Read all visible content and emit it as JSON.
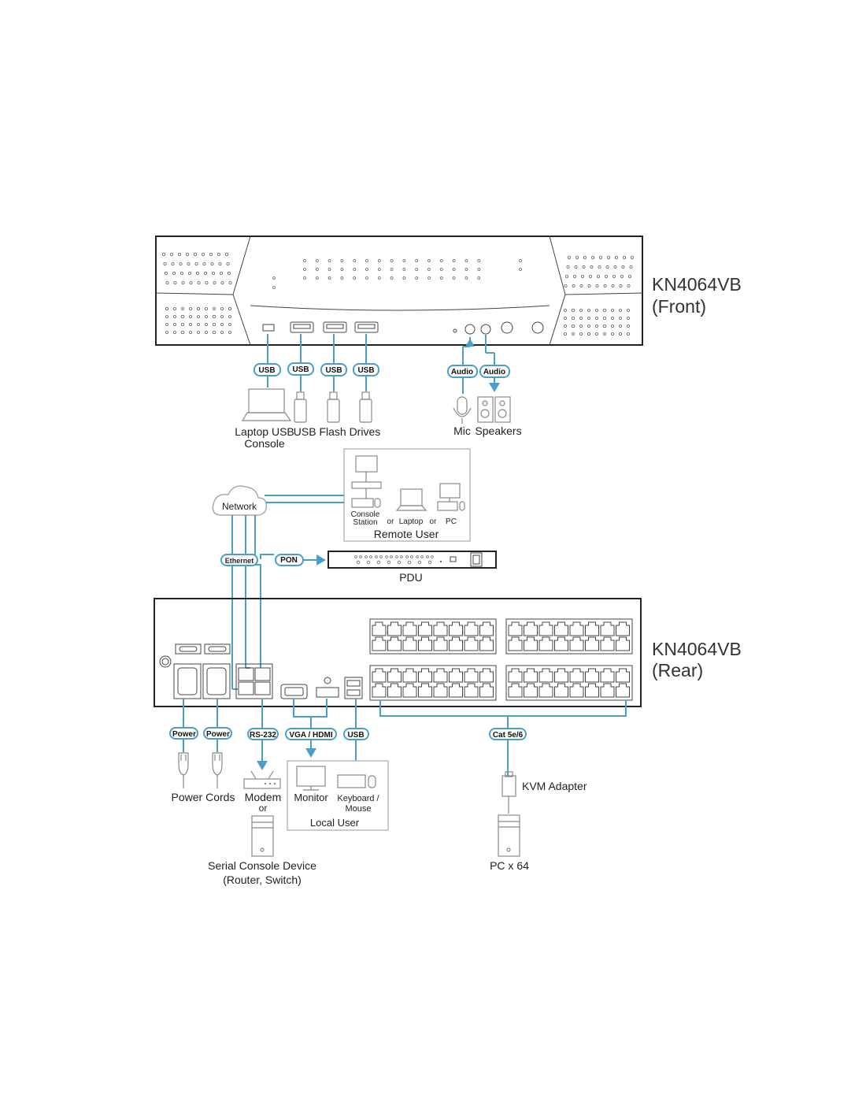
{
  "front": {
    "title_model": "KN4064VB",
    "title_side": "(Front)"
  },
  "rear": {
    "title_model": "KN4064VB",
    "title_side": "(Rear)"
  },
  "cable_labels": {
    "usb1": "USB",
    "usb2": "USB",
    "usb3": "USB",
    "usb4": "USB",
    "audio_in": "Audio",
    "audio_out": "Audio",
    "network": "Network",
    "ethernet": "Ethernet",
    "pon": "PON",
    "power1": "Power",
    "power2": "Power",
    "rs232": "RS-232",
    "vga_hdmi": "VGA / HDMI",
    "usb_rear": "USB",
    "cat": "Cat 5e/6"
  },
  "devices": {
    "laptop_console_line1": "Laptop USB",
    "laptop_console_line2": "Console",
    "flash_drives": "USB Flash Drives",
    "mic": "Mic",
    "speakers": "Speakers",
    "console_station_line1": "Console",
    "console_station_line2": "Station",
    "or1": "or",
    "laptop": "Laptop",
    "or2": "or",
    "pc": "PC",
    "remote_user": "Remote User",
    "pdu": "PDU",
    "power_cords": "Power Cords",
    "modem": "Modem",
    "modem_or": "or",
    "monitor": "Monitor",
    "keyboard_line1": "Keyboard /",
    "keyboard_line2": "Mouse",
    "local_user": "Local User",
    "serial_line1": "Serial Console Device",
    "serial_line2": "(Router, Switch)",
    "kvm_adapter": "KVM Adapter",
    "pc_x64": "PC x 64"
  },
  "colors": {
    "cable": "#4a9fc8",
    "outline": "#222222",
    "box": "#bbbbbb"
  },
  "icons": [
    "mic-icon",
    "speaker-icon",
    "laptop-icon",
    "usb-flash-drive-icon",
    "cloud-icon",
    "monitor-icon",
    "keyboard-icon",
    "mouse-icon",
    "pc-tower-icon",
    "modem-icon",
    "power-plug-icon",
    "kvm-adapter-icon"
  ]
}
